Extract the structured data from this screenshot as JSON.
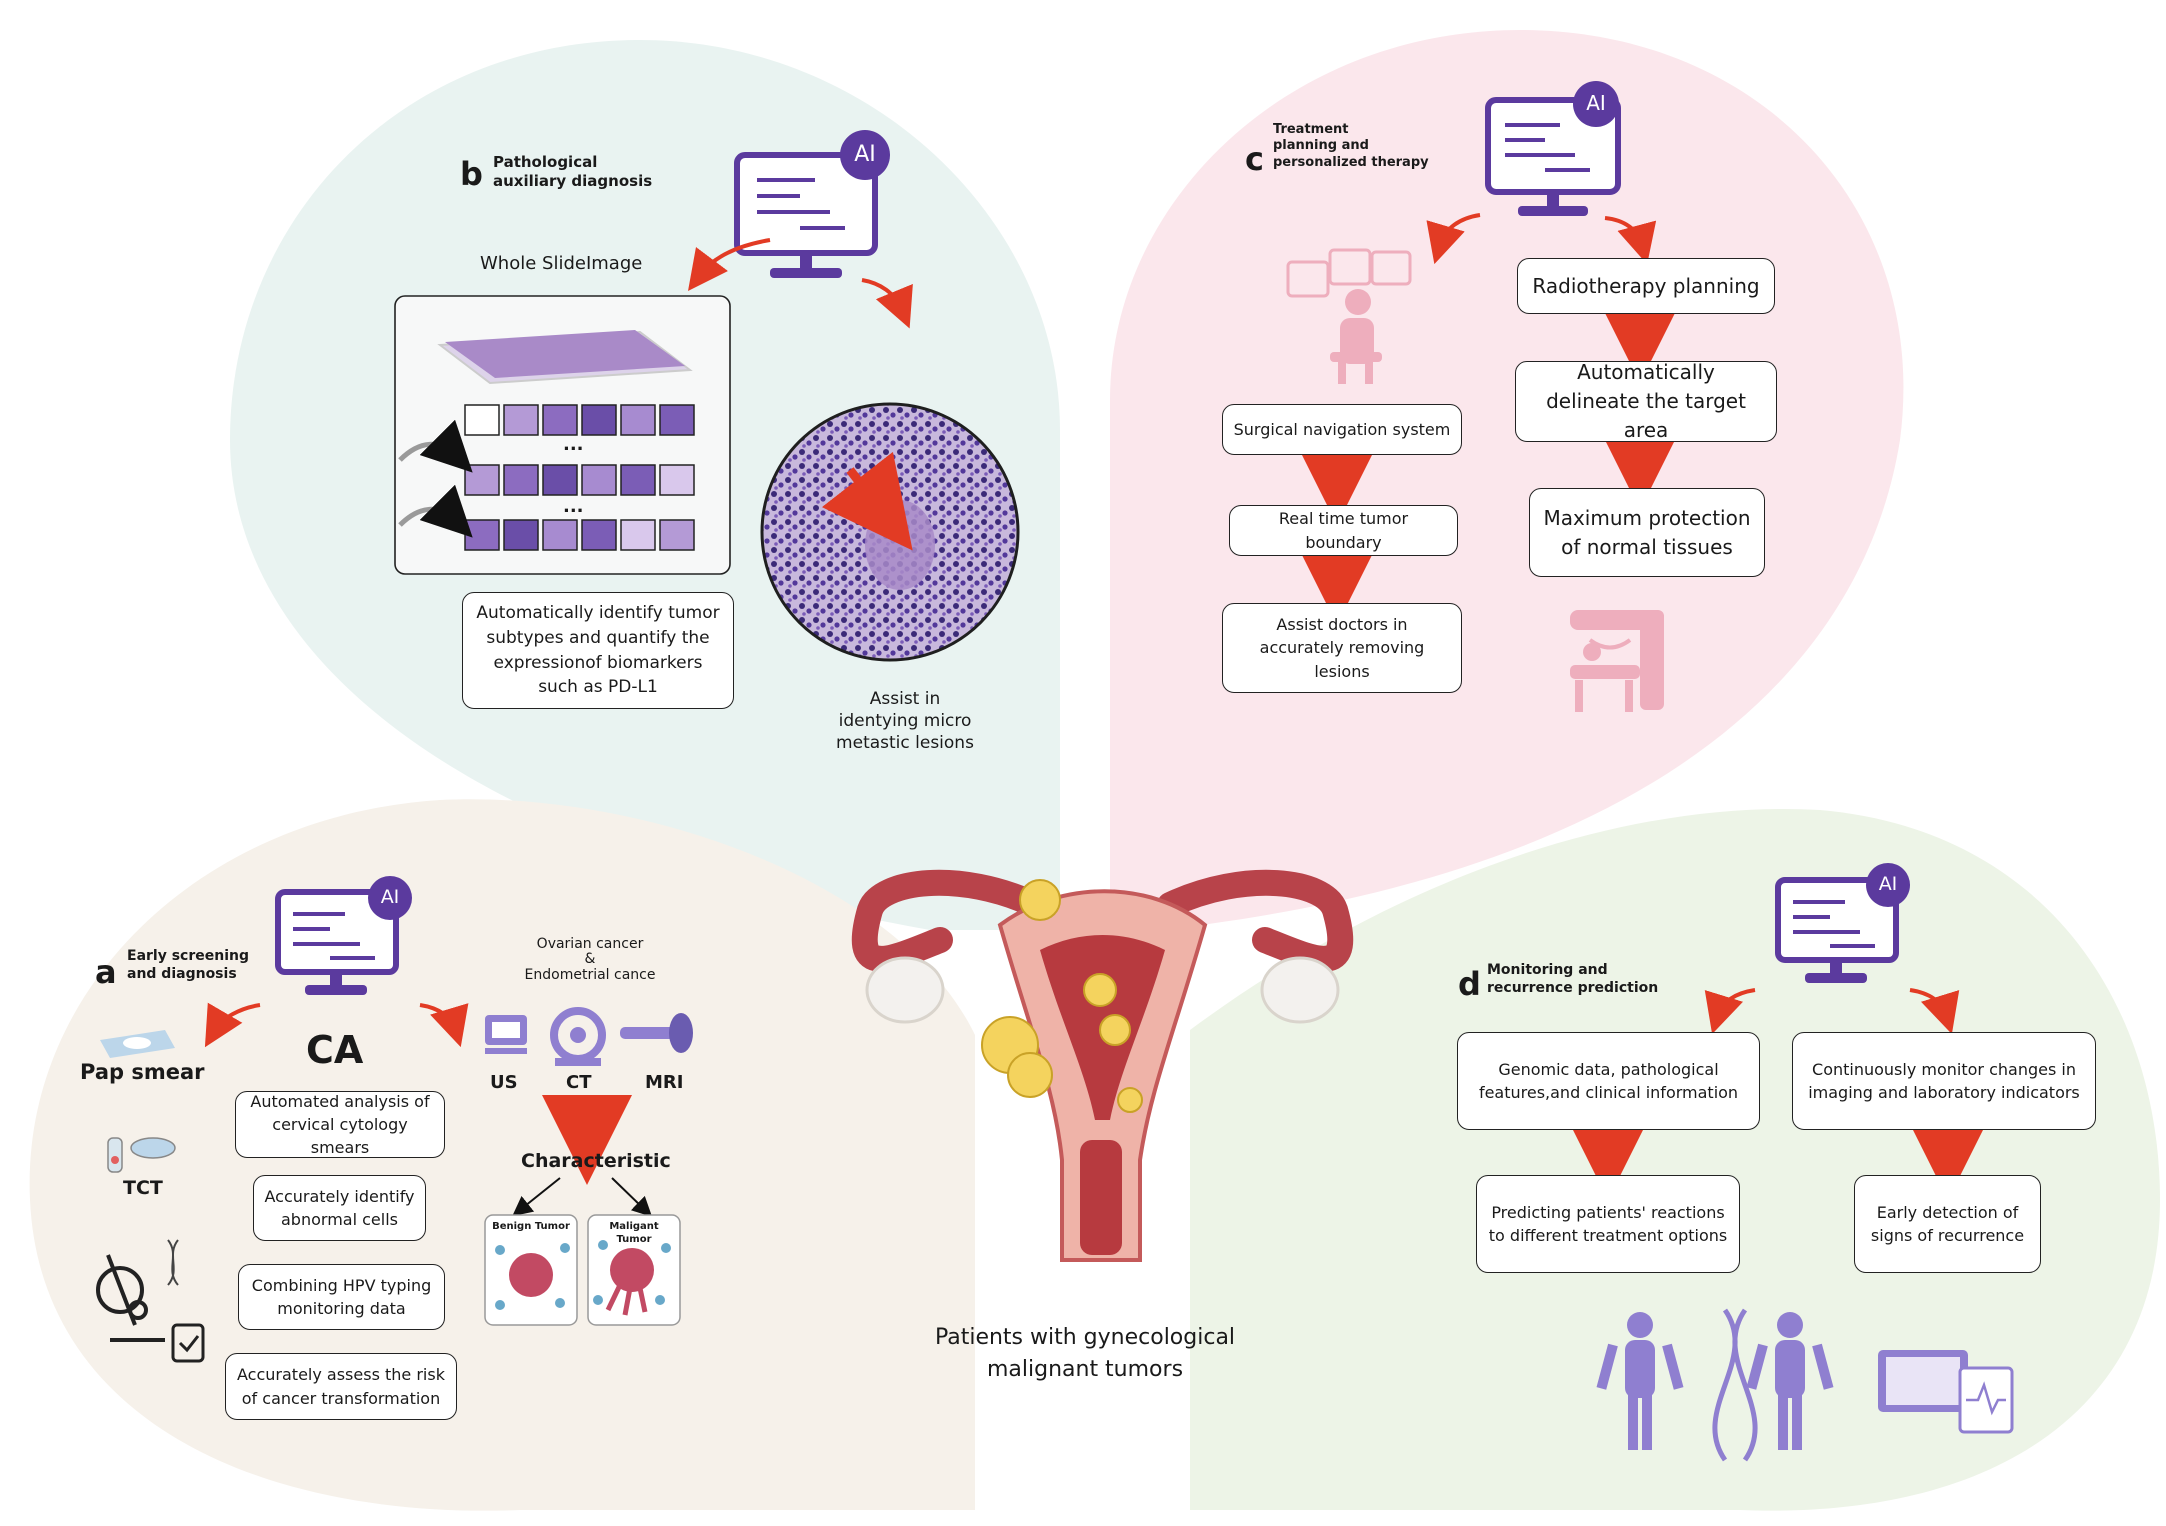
{
  "colors": {
    "teal": "#e9f3f1",
    "pink": "#fbe7ec",
    "beige": "#f6f1ea",
    "green": "#edf4e7",
    "purple": "#5b3a9e",
    "red_arrow": "#e23b24",
    "pink_icon": "#eeaebd",
    "lavender": "#8f7fd0"
  },
  "center": {
    "caption": "Patients with gynecological\nmalignant tumors"
  },
  "panel_a": {
    "letter": "a",
    "title": "Early screening\nand diagnosis",
    "ai_badge": "AI",
    "ca_label": "CA",
    "pap_smear": "Pap smear",
    "tct": "TCT",
    "boxes": [
      "Automated analysis of\ncervical cytology smears",
      "Accurately identify\nabnormal cells",
      "Combining HPV typing\nmonitoring data",
      "Accurately assess the risk\nof cancer transformation"
    ],
    "ovarian_heading": "Ovarian cancer\n&\nEndometrial cance",
    "imaging": [
      "US",
      "CT",
      "MRI"
    ],
    "characteristic": "Characteristic",
    "benign": "Benign Tumor",
    "malignant": "Maligant Tumor"
  },
  "panel_b": {
    "letter": "b",
    "title": "Pathological\nauxiliary diagnosis",
    "ai_badge": "AI",
    "wsi_label": "Whole SlideImage",
    "dots": "...",
    "identify_box": "Automatically identify tumor\nsubtypes and quantify the\nexpressionof biomarkers\nsuch as PD-L1",
    "micro_caption": "Assist in\nidentying micro\nmetastic lesions"
  },
  "panel_c": {
    "letter": "c",
    "title": "Treatment\nplanning and\npersonalized therapy",
    "ai_badge": "AI",
    "left_boxes": [
      "Surgical navigation system",
      "Real time tumor boundary",
      "Assist doctors in\naccurately removing lesions"
    ],
    "right_boxes": [
      "Radiotherapy planning",
      "Automatically\ndelineate the target area",
      "Maximum protection\nof normal tissues"
    ]
  },
  "panel_d": {
    "letter": "d",
    "title": "Monitoring and\nrecurrence prediction",
    "ai_badge": "AI",
    "left_boxes": [
      "Genomic data, pathological\nfeatures,and clinical information",
      "Predicting patients' reactions\nto different treatment options"
    ],
    "right_boxes": [
      "Continuously monitor changes in\nimaging and laboratory indicators",
      "Early detection of\nsigns of recurrence"
    ]
  }
}
